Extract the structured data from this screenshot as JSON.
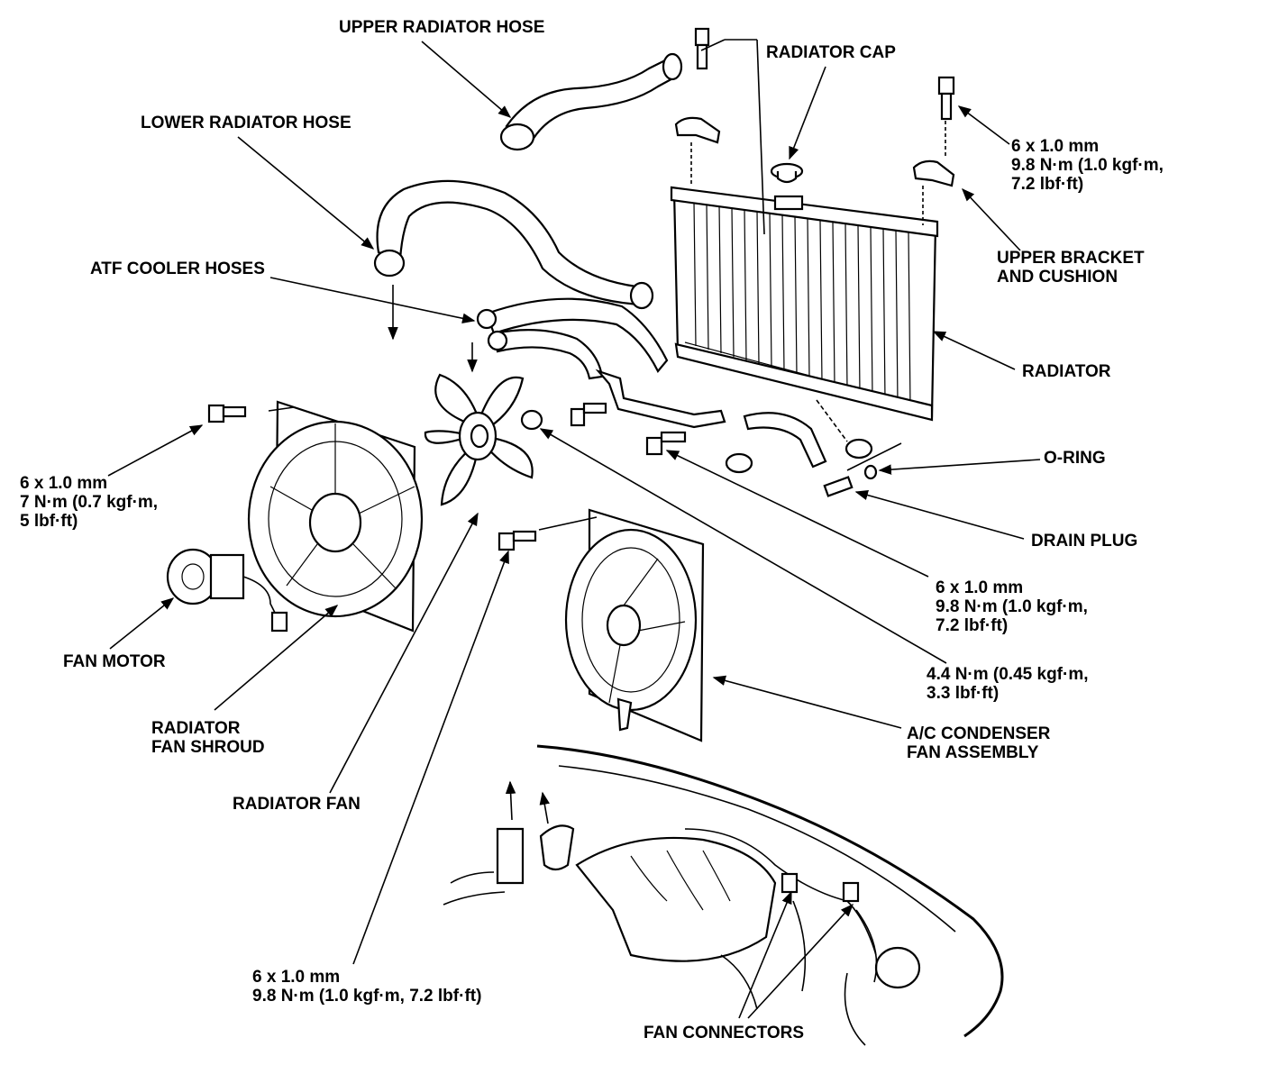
{
  "labels": {
    "upper_radiator_hose": "UPPER RADIATOR HOSE",
    "lower_radiator_hose": "LOWER RADIATOR HOSE",
    "radiator_cap": "RADIATOR CAP",
    "atf_cooler_hoses": "ATF COOLER HOSES",
    "upper_bracket": [
      "UPPER BRACKET",
      "AND CUSHION"
    ],
    "radiator": "RADIATOR",
    "o_ring": "O-RING",
    "drain_plug": "DRAIN PLUG",
    "fan_motor": "FAN MOTOR",
    "fan_shroud": [
      "RADIATOR",
      "FAN SHROUD"
    ],
    "radiator_fan": "RADIATOR FAN",
    "ac_condenser_fan": [
      "A/C CONDENSER",
      "FAN ASSEMBLY"
    ],
    "fan_connectors": "FAN CONNECTORS"
  },
  "torque_specs": {
    "bracket_bolt": [
      "6 x 1.0 mm",
      "9.8 N·m (1.0 kgf·m,",
      "7.2 lbf·ft)"
    ],
    "shroud_bolt": [
      "6 x 1.0 mm",
      "7 N·m (0.7 kgf·m,",
      "5 lbf·ft)"
    ],
    "lower_bolt": [
      "6 x 1.0 mm",
      "9.8 N·m (1.0 kgf·m,",
      "7.2 lbf·ft)"
    ],
    "fan_nut": [
      "4.4 N·m (0.45 kgf·m,",
      "3.3 lbf·ft)"
    ],
    "condenser_bolt": [
      "6 x 1.0 mm",
      "9.8 N·m (1.0 kgf·m, 7.2 lbf·ft)"
    ]
  }
}
